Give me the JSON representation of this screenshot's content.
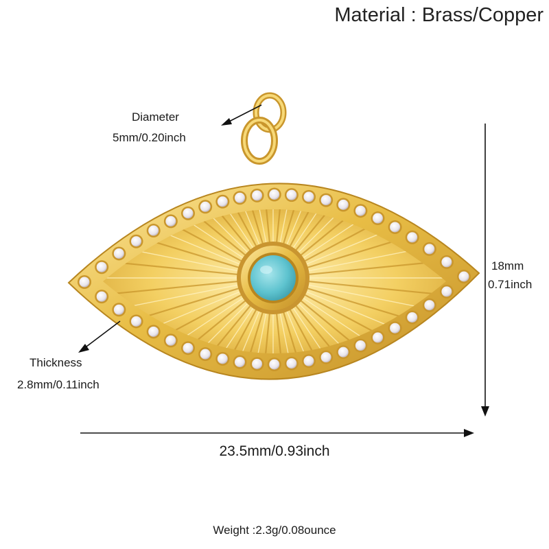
{
  "title": "Material : Brass/Copper",
  "diameter": {
    "label": "Diameter",
    "value": "5mm/0.20inch"
  },
  "thickness": {
    "label": "Thickness",
    "value": "2.8mm/0.11inch"
  },
  "height": {
    "mm": "18mm",
    "inch": "0.71inch"
  },
  "width": {
    "value": "23.5mm/0.93inch"
  },
  "weight": "Weight :2.3g/0.08ounce",
  "colors": {
    "gold": "#e6b93f",
    "gold_light": "#fbe48f",
    "gold_dark": "#b8861f",
    "turquoise": "#5ec3cf",
    "stone": "#f2f2f2"
  }
}
